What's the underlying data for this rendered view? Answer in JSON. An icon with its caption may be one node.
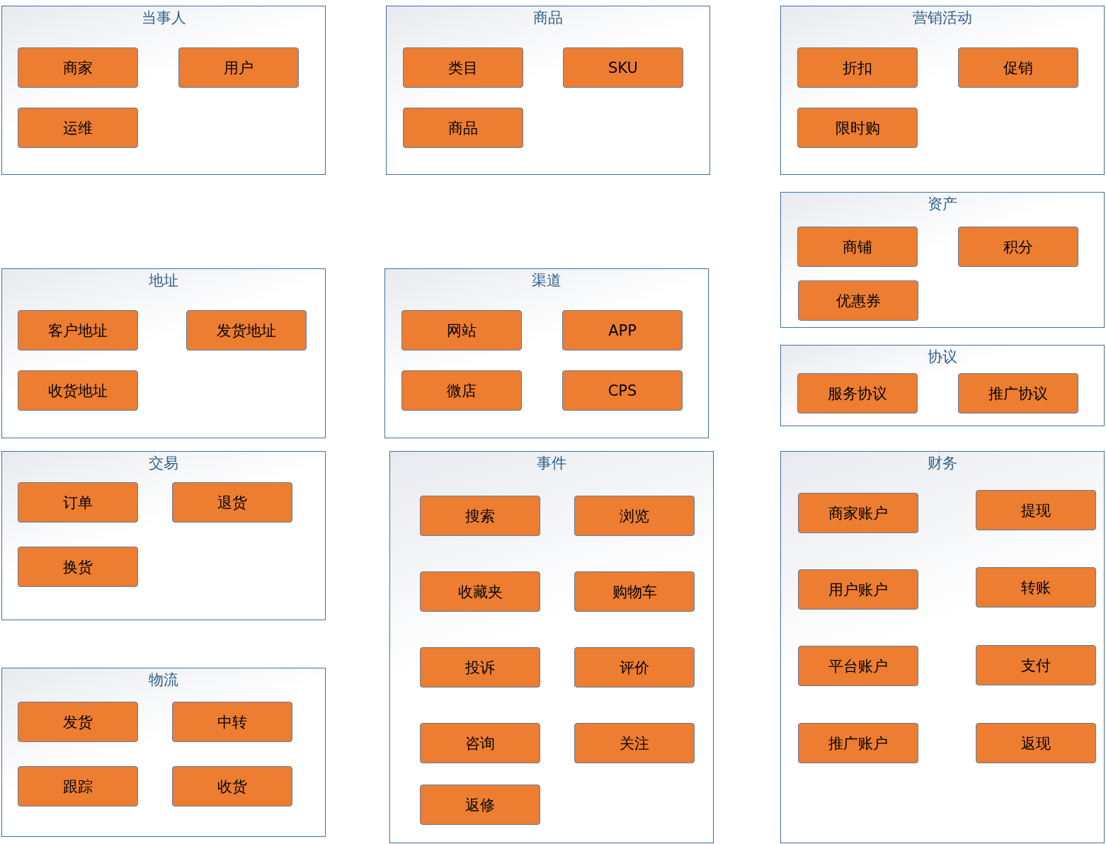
{
  "diagram": {
    "nodes": [
      {
        "text": [
          "当事人"
        ]
      },
      {
        "text": [
          "商家"
        ],
        "in": 0
      },
      {
        "text": [
          "用户"
        ],
        "in": 0
      },
      {
        "text": [
          "运维"
        ],
        "in": 0
      },
      {
        "text": [
          "商品"
        ]
      },
      {
        "text": [
          "类目"
        ],
        "in": 4
      },
      {
        "text": [
          "SKU"
        ],
        "in": 4
      },
      {
        "text": [
          "商品"
        ],
        "in": 4
      },
      {
        "text": [
          "营销活动"
        ]
      },
      {
        "text": [
          "折扣"
        ],
        "in": 8
      },
      {
        "text": [
          "促销"
        ],
        "in": 8
      },
      {
        "text": [
          "限时购"
        ],
        "in": 8
      },
      {
        "text": [
          "资产"
        ]
      },
      {
        "text": [
          "商铺"
        ],
        "in": 12
      },
      {
        "text": [
          "积分"
        ],
        "in": 12
      },
      {
        "text": [
          "优惠券"
        ],
        "in": 12
      },
      {
        "text": [
          "地址"
        ]
      },
      {
        "text": [
          "客户地址"
        ],
        "in": 16
      },
      {
        "text": [
          "发货地址"
        ],
        "in": 16
      },
      {
        "text": [
          "收货地址"
        ],
        "in": 16
      },
      {
        "text": [
          "渠道"
        ]
      },
      {
        "text": [
          "网站"
        ],
        "in": 20
      },
      {
        "text": [
          "APP"
        ],
        "in": 20
      },
      {
        "text": [
          "微店"
        ],
        "in": 20
      },
      {
        "text": [
          "CPS"
        ],
        "in": 20
      },
      {
        "text": [
          "协议"
        ]
      },
      {
        "text": [
          "服务协议"
        ],
        "in": 25
      },
      {
        "text": [
          "推广协议"
        ],
        "in": 25
      },
      {
        "text": [
          "交易"
        ]
      },
      {
        "text": [
          "订单"
        ],
        "in": 28
      },
      {
        "text": [
          "退货"
        ],
        "in": 28
      },
      {
        "text": [
          "换货"
        ],
        "in": 28
      },
      {
        "text": [
          "事件"
        ]
      },
      {
        "text": [
          "搜索"
        ],
        "in": 32
      },
      {
        "text": [
          "浏览"
        ],
        "in": 32
      },
      {
        "text": [
          "收藏夹"
        ],
        "in": 32
      },
      {
        "text": [
          "购物车"
        ],
        "in": 32
      },
      {
        "text": [
          "投诉"
        ],
        "in": 32
      },
      {
        "text": [
          "评价"
        ],
        "in": 32
      },
      {
        "text": [
          "咨询"
        ],
        "in": 32
      },
      {
        "text": [
          "关注"
        ],
        "in": 32
      },
      {
        "text": [
          "返修"
        ],
        "in": 32
      },
      {
        "text": [
          "财务"
        ]
      },
      {
        "text": [
          "商家账户"
        ],
        "in": 42
      },
      {
        "text": [
          "提现"
        ],
        "in": 42
      },
      {
        "text": [
          "用户账户"
        ],
        "in": 42
      },
      {
        "text": [
          "转账"
        ],
        "in": 42
      },
      {
        "text": [
          "平台账户"
        ],
        "in": 42
      },
      {
        "text": [
          "支付"
        ],
        "in": 42
      },
      {
        "text": [
          "推广账户"
        ],
        "in": 42
      },
      {
        "text": [
          "返现"
        ],
        "in": 42
      },
      {
        "text": [
          "物流"
        ]
      },
      {
        "text": [
          "发货"
        ],
        "in": 51
      },
      {
        "text": [
          "中转"
        ],
        "in": 51
      },
      {
        "text": [
          "跟踪"
        ],
        "in": 51
      },
      {
        "text": [
          "收货"
        ],
        "in": 51
      }
    ]
  }
}
